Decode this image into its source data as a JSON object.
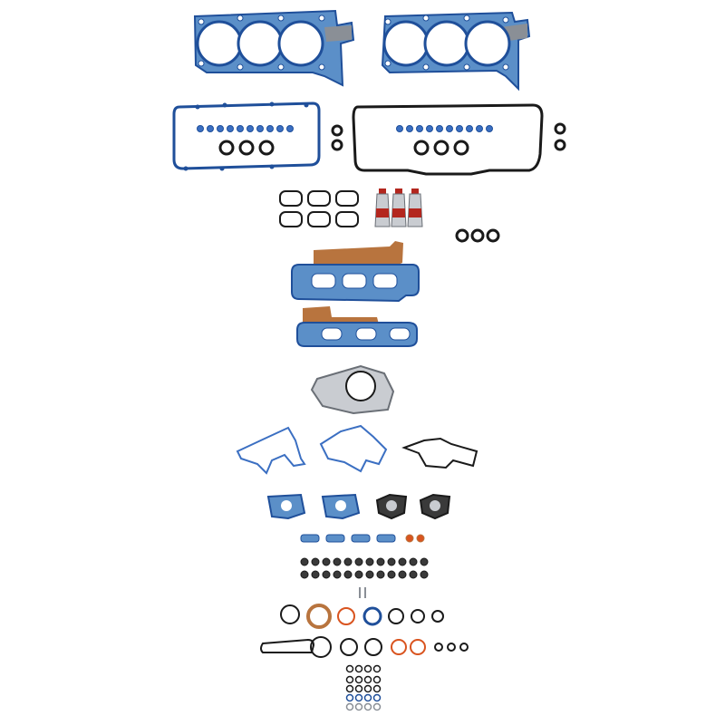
{
  "image": {
    "caption": "",
    "colors": {
      "background": "#ffffff",
      "blue_gasket": "#5b8fc8",
      "blue_edge": "#1f4f9a",
      "black_rubber": "#1a1a1a",
      "copper": "#b8743e",
      "steel_gray": "#8a8f96",
      "orange_seal": "#d9541f",
      "silicone_tube": "#c9ccd1",
      "tube_cap": "#b3261e"
    },
    "parts": [
      {
        "name": "cylinder-head-gasket-left",
        "count": 1
      },
      {
        "name": "cylinder-head-gasket-right",
        "count": 1
      },
      {
        "name": "valve-cover-gasket-blue",
        "count": 1
      },
      {
        "name": "valve-cover-gasket-black",
        "count": 1
      },
      {
        "name": "spark-plug-tube-seal",
        "count": 20
      },
      {
        "name": "intake-port-gasket",
        "count": 6
      },
      {
        "name": "silicone-sealant-tube",
        "count": 3
      },
      {
        "name": "exhaust-manifold-gasket",
        "count": 2
      },
      {
        "name": "heat-shield",
        "count": 2
      },
      {
        "name": "water-pump-gasket",
        "count": 1
      },
      {
        "name": "thermostat-housing-gasket",
        "count": 3
      },
      {
        "name": "flange-gasket",
        "count": 4
      },
      {
        "name": "valve-stem-seal",
        "count": 24
      },
      {
        "name": "o-ring",
        "count": 40
      }
    ]
  }
}
